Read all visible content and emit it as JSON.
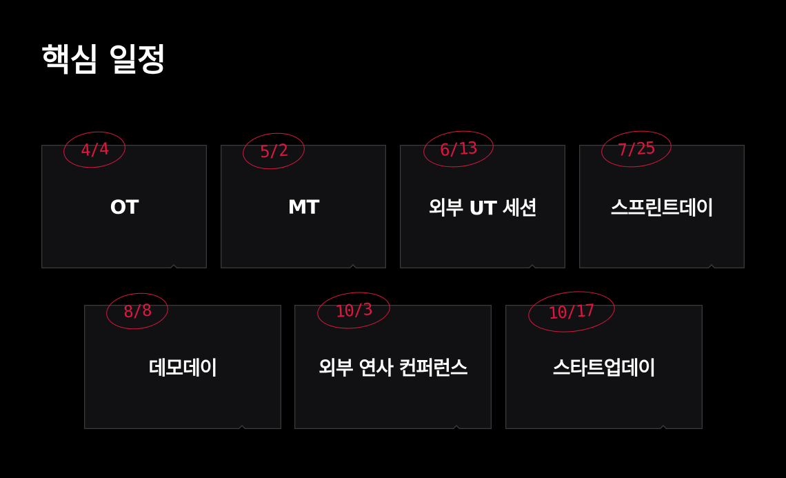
{
  "page": {
    "title": "핵심 일정"
  },
  "colors": {
    "background": "#000000",
    "card": "#111113",
    "card_border": "#3a3a3c",
    "accent": "#e0163f",
    "text": "#ffffff"
  },
  "events": [
    {
      "date": "4/4",
      "name": "OT"
    },
    {
      "date": "5/2",
      "name": "MT"
    },
    {
      "date": "6/13",
      "name": "외부 UT 세션"
    },
    {
      "date": "7/25",
      "name": "스프린트데이"
    },
    {
      "date": "8/8",
      "name": "데모데이"
    },
    {
      "date": "10/3",
      "name": "외부 연사 컨퍼런스"
    },
    {
      "date": "10/17",
      "name": "스타트업데이"
    }
  ]
}
